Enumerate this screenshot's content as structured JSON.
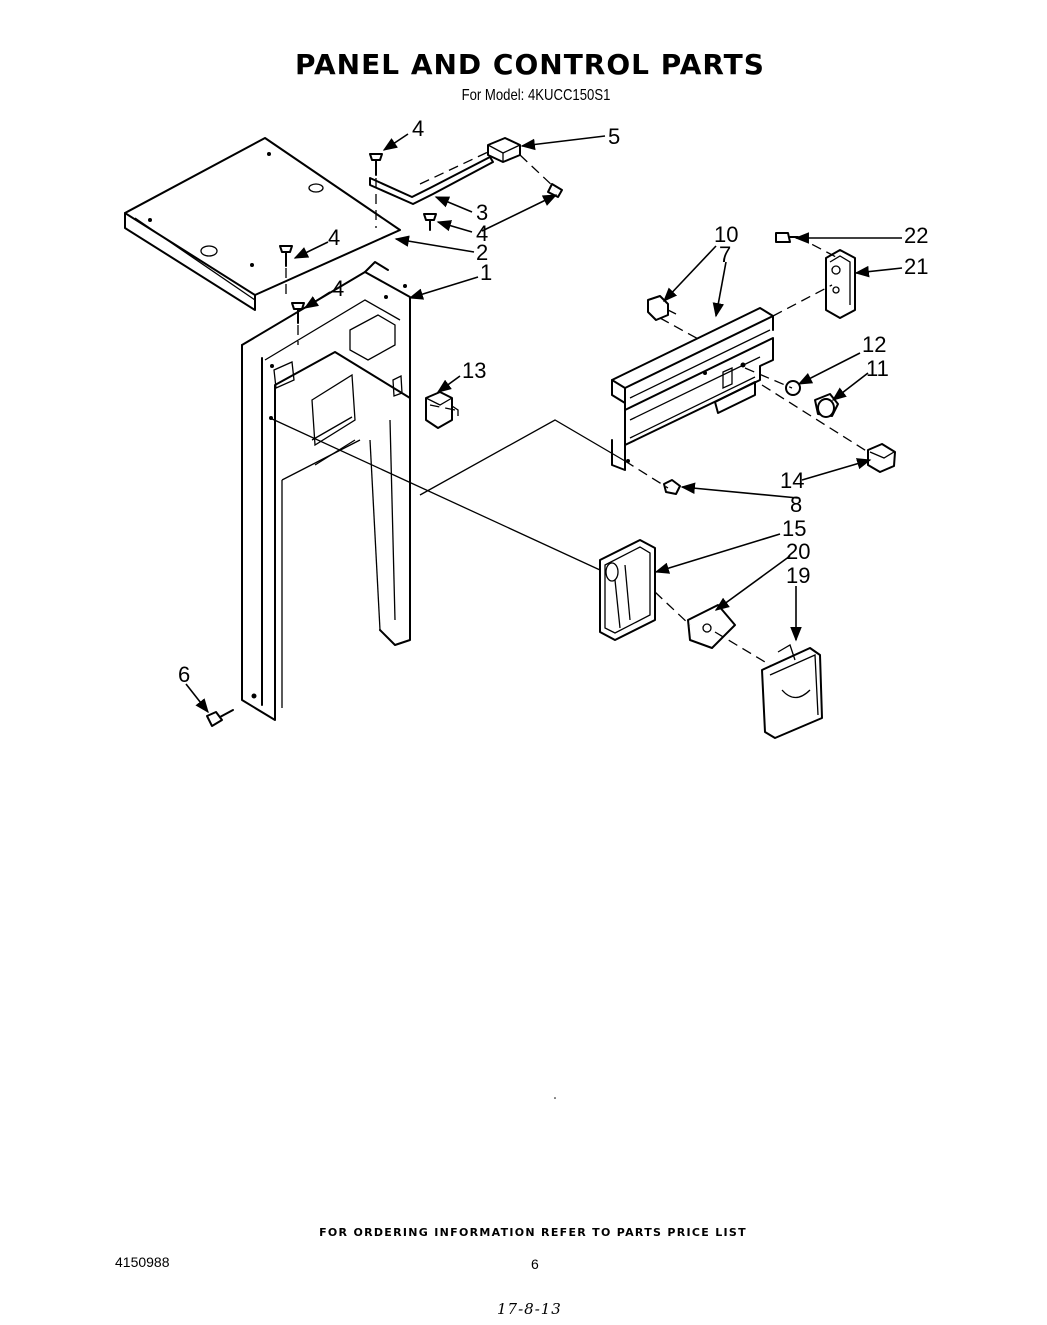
{
  "title": "PANEL AND CONTROL PARTS",
  "subtitle": "For Model: 4KUCC150S1",
  "callouts": [
    "1",
    "2",
    "3",
    "4",
    "4",
    "4",
    "4",
    "5",
    "6",
    "7",
    "8",
    "10",
    "11",
    "12",
    "13",
    "14",
    "15",
    "19",
    "20",
    "21",
    "22"
  ],
  "footer": {
    "ordering_note": "FOR ORDERING INFORMATION REFER TO PARTS PRICE LIST",
    "doc_number": "4150988",
    "page_number": "6",
    "handwritten_date": "17-8-13"
  }
}
